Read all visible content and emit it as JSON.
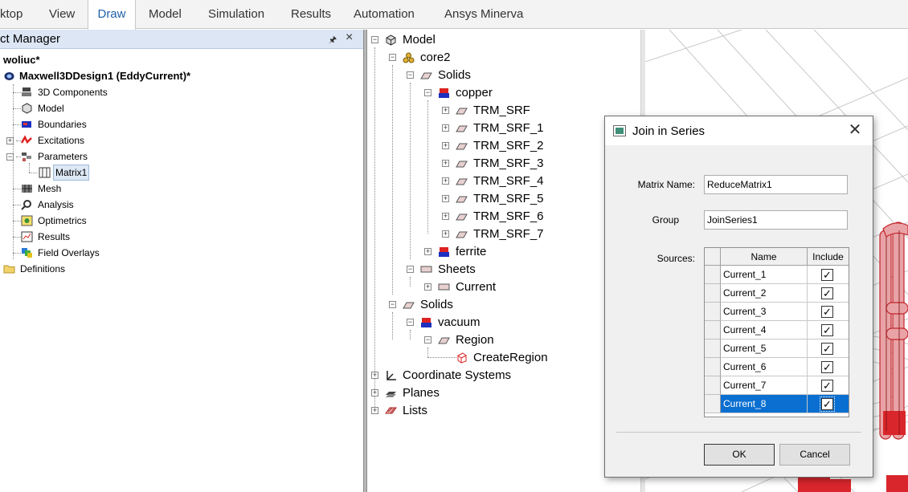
{
  "ribbon": {
    "tabs": [
      {
        "label": "ktop"
      },
      {
        "label": "View"
      },
      {
        "label": "Draw",
        "active": true
      },
      {
        "label": "Model"
      },
      {
        "label": "Simulation"
      },
      {
        "label": "Results"
      },
      {
        "label": "Automation"
      },
      {
        "label": "Ansys Minerva"
      }
    ]
  },
  "project_manager": {
    "title": "ct Manager",
    "pin_glyph": "📌",
    "close_glyph": "×",
    "project": "woliuc*",
    "design": "Maxwell3DDesign1 (EddyCurrent)*",
    "items": [
      {
        "label": "3D Components",
        "icon": "components-icon"
      },
      {
        "label": "Model",
        "icon": "model-icon"
      },
      {
        "label": "Boundaries",
        "icon": "boundaries-icon"
      },
      {
        "label": "Excitations",
        "icon": "excitations-icon"
      },
      {
        "label": "Parameters",
        "icon": "parameters-icon"
      },
      {
        "label": "Matrix1",
        "icon": "matrix-icon"
      },
      {
        "label": "Mesh",
        "icon": "mesh-icon"
      },
      {
        "label": "Analysis",
        "icon": "analysis-icon"
      },
      {
        "label": "Optimetrics",
        "icon": "optimetrics-icon"
      },
      {
        "label": "Results",
        "icon": "results-icon"
      },
      {
        "label": "Field Overlays",
        "icon": "field-overlays-icon"
      },
      {
        "label": "Definitions",
        "icon": "folder-icon"
      }
    ]
  },
  "model_tree": {
    "root": "Model",
    "core2": "core2",
    "solids": "Solids",
    "copper": "copper",
    "trm": [
      "TRM_SRF",
      "TRM_SRF_1",
      "TRM_SRF_2",
      "TRM_SRF_3",
      "TRM_SRF_4",
      "TRM_SRF_5",
      "TRM_SRF_6",
      "TRM_SRF_7"
    ],
    "ferrite": "ferrite",
    "sheets": "Sheets",
    "current": "Current",
    "solids2": "Solids",
    "vacuum": "vacuum",
    "region": "Region",
    "create_region": "CreateRegion",
    "coordinate_systems": "Coordinate Systems",
    "planes": "Planes",
    "lists": "Lists"
  },
  "dialog": {
    "title": "Join in Series",
    "close_glyph": "✕",
    "matrix_name_label": "Matrix Name:",
    "matrix_name_value": "ReduceMatrix1",
    "group_label": "Group",
    "group_value": "JoinSeries1",
    "sources_label": "Sources:",
    "col_name": "Name",
    "col_include": "Include",
    "check_glyph": "✓",
    "rows": [
      {
        "name": "Current_1",
        "include": true
      },
      {
        "name": "Current_2",
        "include": true
      },
      {
        "name": "Current_3",
        "include": true
      },
      {
        "name": "Current_4",
        "include": true
      },
      {
        "name": "Current_5",
        "include": true
      },
      {
        "name": "Current_6",
        "include": true
      },
      {
        "name": "Current_7",
        "include": true
      },
      {
        "name": "Current_8",
        "include": true,
        "selected": true
      }
    ],
    "ok_label": "OK",
    "cancel_label": "Cancel"
  },
  "colors": {
    "selection_blue": "#0a6fd1",
    "active_tab_text": "#1f5fa8",
    "pane_header": "#dce6f4",
    "geometry_red": "#d9262c"
  }
}
